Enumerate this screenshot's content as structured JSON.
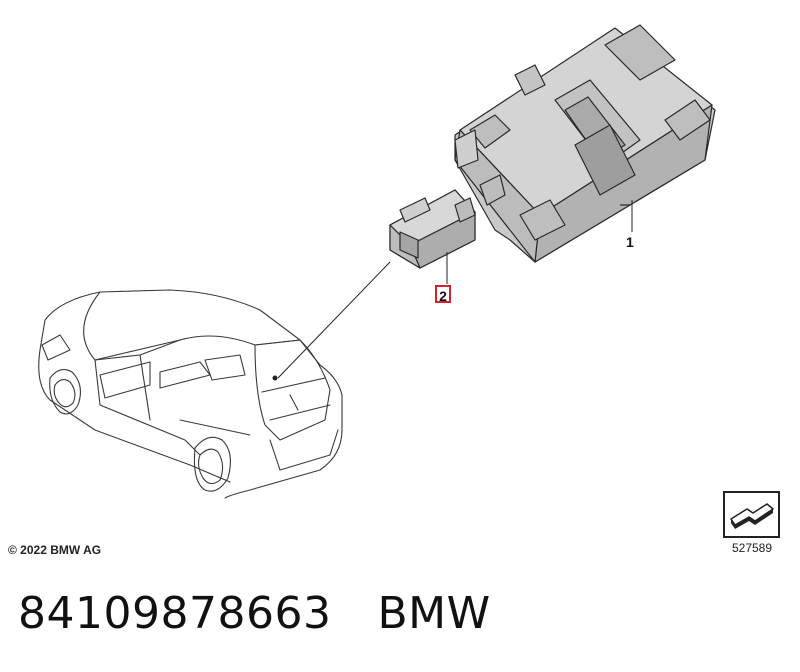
{
  "callouts": {
    "part_1": "1",
    "part_2": "2"
  },
  "copyright": "© 2022 BMW AG",
  "reference_number": "527589",
  "footer": {
    "part_number": "84109878663",
    "brand": "BMW"
  },
  "colors": {
    "part_fill": "#d0d0d0",
    "part_shadow": "#b4b4b4",
    "highlight_border": "#d4202a"
  }
}
